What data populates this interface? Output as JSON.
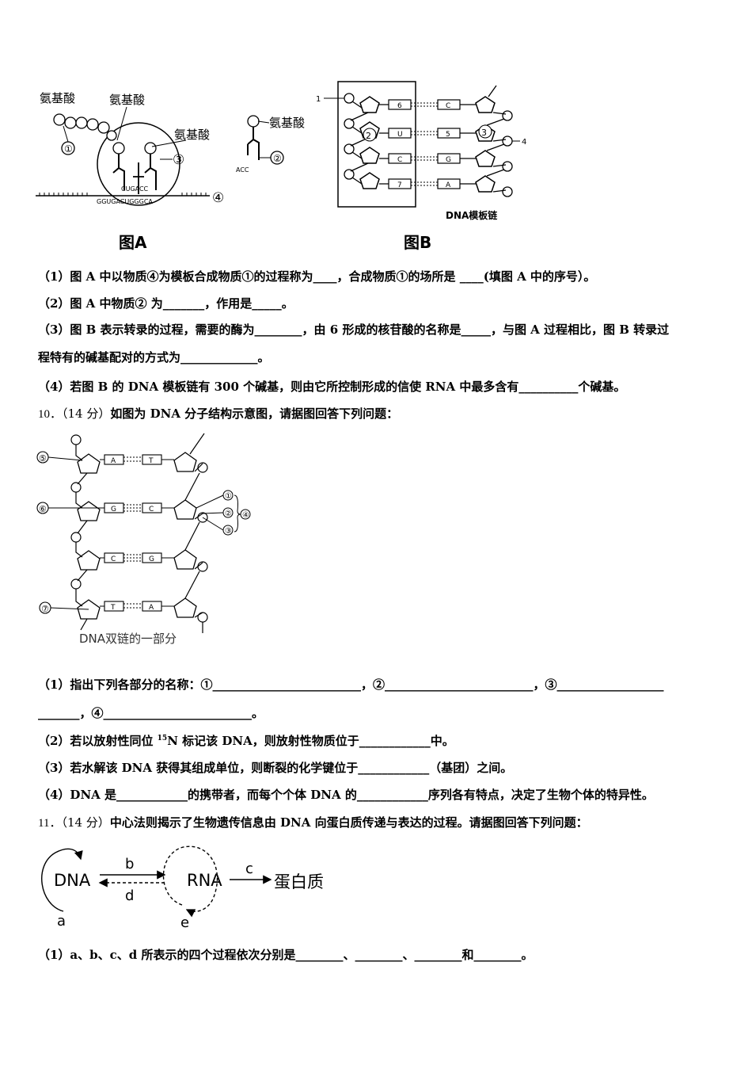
{
  "figA": {
    "amino1": "氨基酸",
    "amino2": "氨基酸",
    "amino3": "氨基酸",
    "amino4": "氨基酸",
    "anticodon": "CUGACC",
    "mrna": "GGUGACUGGGCA",
    "trna_end": "ACC",
    "m1": "①",
    "m2": "②",
    "m3": "③",
    "m4": "④",
    "caption": "图A"
  },
  "figB": {
    "pin": "1",
    "n6": "6",
    "n2": "2",
    "n3": "3",
    "n4": "4",
    "n5": "5",
    "n7": "7",
    "bU": "U",
    "bC1": "C",
    "bC2": "C",
    "bG": "G",
    "bA": "A",
    "label": "DNA模板链",
    "caption": "图B"
  },
  "q9": {
    "p1": "（1）图 A 中以物质④为模板合成物质①的过程称为____，合成物质①的场所是 ____(填图 A 中的序号）。",
    "p2": "（2）图 A 中物质② 为_______，作用是_____。",
    "p3a": "（3）图 B 表示转录的过程，需要的酶为________，由 6 形成的核苷酸的名称是_____，与图 A 过程相比，图 B 转录过",
    "p3b": "程特有的碱基配对的方式为_____________。",
    "p4": "（4）若图 B 的 DNA 模板链有 300 个碱基，则由它所控制形成的信使 RNA 中最多含有__________个碱基。"
  },
  "q10": {
    "num": "10．",
    "pts": "（14 分）",
    "text": "如图为 DNA 分子结构示意图，请据图回答下列问题：",
    "fig": {
      "c5": "⑤",
      "c6": "⑥",
      "c7": "⑦",
      "c1": "①",
      "c2": "②",
      "c3": "③",
      "c4": "④",
      "r1a": "A",
      "r1b": "T",
      "r2a": "G",
      "r2b": "C",
      "r3a": "C",
      "r3b": "G",
      "r4a": "T",
      "r4b": "A",
      "label": "DNA双链的一部分"
    },
    "p1a": "（1）指出下列各部分的名称：①_________________________，②_________________________，③__________________",
    "p1b": "_______，④_________________________。",
    "p2_pre": "（2）若以放射性同位 ",
    "p2_sup": "15",
    "p2_post": "N 标记该 DNA，则放射性物质位于____________中。",
    "p3": "（3）若水解该 DNA 获得其组成单位，则断裂的化学键位于____________（基团）之间。",
    "p4": "（4）DNA 是____________的携带者，而每个个体 DNA 的____________序列各有特点，决定了生物个体的特异性。"
  },
  "q11": {
    "num": "11．",
    "pts": "（14 分）",
    "text": "中心法则揭示了生物遗传信息由 DNA 向蛋白质传递与表达的过程。请据图回答下列问题：",
    "fig": {
      "dna": "DNA",
      "rna": "RNA",
      "protein": "蛋白质",
      "a": "a",
      "b": "b",
      "c": "c",
      "d": "d",
      "e": "e"
    },
    "p1": "（1）a、b、c、d 所表示的四个过程依次分别是________、________、________和________。"
  }
}
